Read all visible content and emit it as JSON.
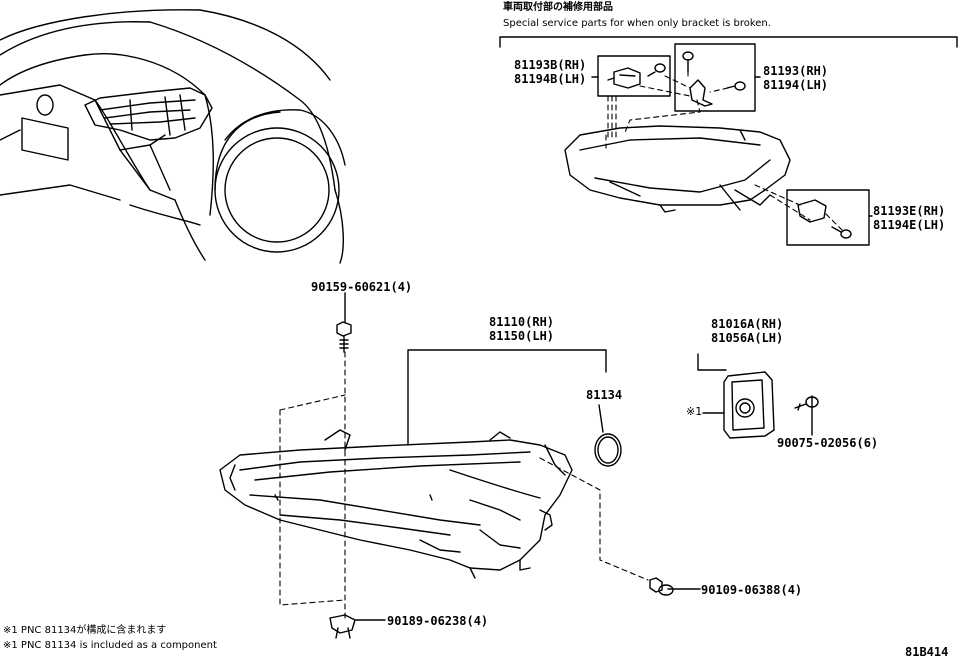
{
  "header": {
    "jp": "車両取付部の補修用部品",
    "en": "Special service parts for when only bracket is broken."
  },
  "parts": {
    "p81193b": "81193B(RH)",
    "p81194b": "81194B(LH)",
    "p81193": "81193(RH)",
    "p81194": "81194(LH)",
    "p81193e": "81193E(RH)",
    "p81194e": "81194E(LH)",
    "p90159": "90159-60621(4)",
    "p81110": "81110(RH)",
    "p81150": "81150(LH)",
    "p81134": "81134",
    "p81016a": "81016A(RH)",
    "p81056a": "81056A(LH)",
    "mark1": "※1",
    "p90075": "90075-02056(6)",
    "p90109": "90109-06388(4)",
    "p90189": "90189-06238(4)"
  },
  "footnote": {
    "jp": "※1 PNC 81134が構成に含まれます",
    "en": "※1 PNC 81134 is included as a component"
  },
  "code": "81B414",
  "colors": {
    "line": "#000000",
    "background": "#ffffff"
  }
}
